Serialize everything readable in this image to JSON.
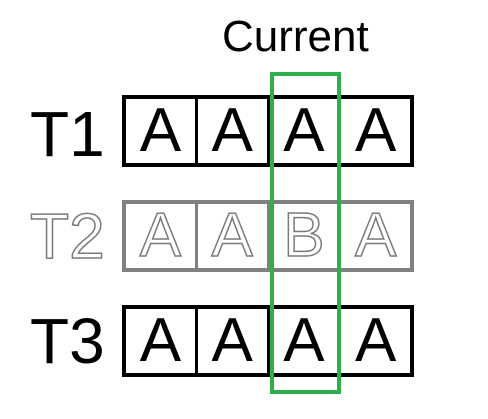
{
  "header": {
    "label": "Current"
  },
  "rows": [
    {
      "label": "T1",
      "cells": [
        "A",
        "A",
        "A",
        "A"
      ]
    },
    {
      "label": "T2",
      "cells": [
        "A",
        "A",
        "B",
        "A"
      ]
    },
    {
      "label": "T3",
      "cells": [
        "A",
        "A",
        "A",
        "A"
      ]
    }
  ],
  "colors": {
    "highlight": "#2db04b",
    "dark": "#000000",
    "muted": "#808080"
  },
  "highlight_column": 3
}
